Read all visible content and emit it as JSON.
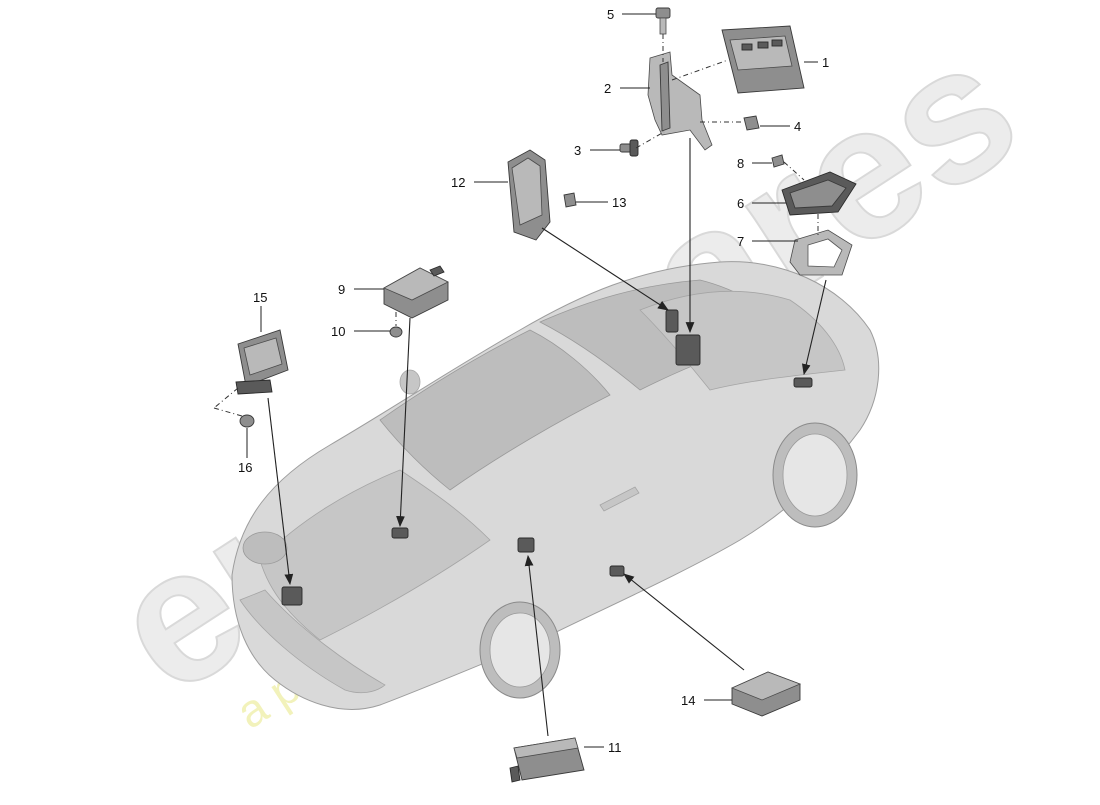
{
  "watermark": {
    "brand": "eurospares",
    "slogan": "a passion for parts since 1985"
  },
  "callouts": [
    {
      "id": "1",
      "label": "1"
    },
    {
      "id": "2",
      "label": "2"
    },
    {
      "id": "3",
      "label": "3"
    },
    {
      "id": "4",
      "label": "4"
    },
    {
      "id": "5",
      "label": "5"
    },
    {
      "id": "6",
      "label": "6"
    },
    {
      "id": "7",
      "label": "7"
    },
    {
      "id": "8",
      "label": "8"
    },
    {
      "id": "9",
      "label": "9"
    },
    {
      "id": "10",
      "label": "10"
    },
    {
      "id": "11",
      "label": "11"
    },
    {
      "id": "12",
      "label": "12"
    },
    {
      "id": "13",
      "label": "13"
    },
    {
      "id": "14",
      "label": "14"
    },
    {
      "id": "15",
      "label": "15"
    },
    {
      "id": "16",
      "label": "16"
    }
  ]
}
